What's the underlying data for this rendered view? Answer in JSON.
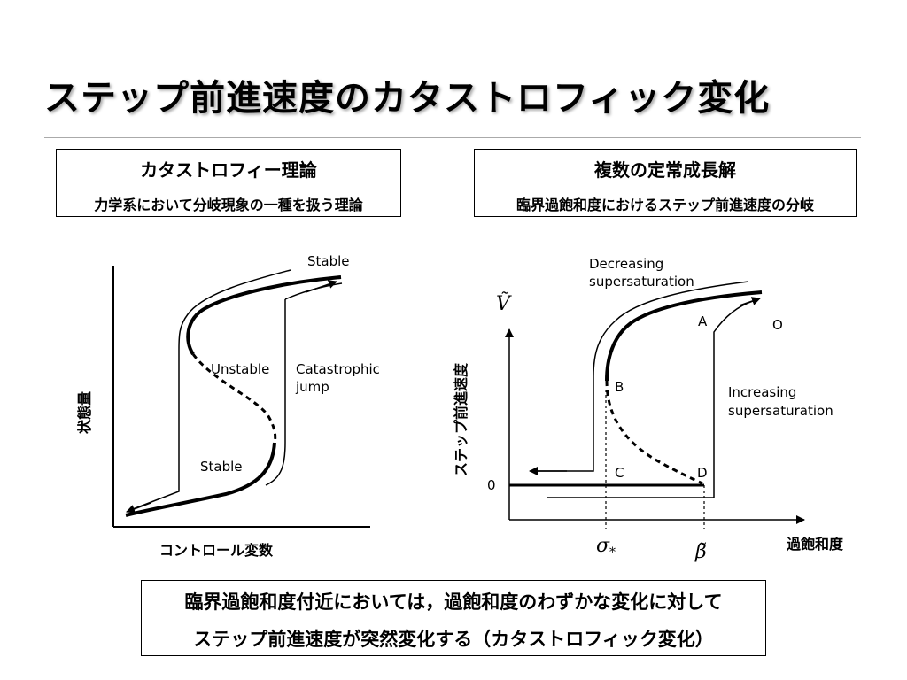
{
  "title": "ステップ前進速度のカタストロフィック変化",
  "left_box": {
    "heading": "カタストロフィー理論",
    "subtext": "力学系において分岐現象の一種を扱う理論"
  },
  "right_box": {
    "heading": "複数の定常成長解",
    "subtext": "臨界過飽和度におけるステップ前進速度の分岐"
  },
  "left_diagram": {
    "ylabel": "状態量",
    "xlabel": "コントロール変数",
    "labels": {
      "stable_top": "Stable",
      "unstable": "Unstable",
      "stable_bottom": "Stable",
      "catastrophic_1": "Catastrophic",
      "catastrophic_2": "jump"
    }
  },
  "right_diagram": {
    "ylabel": "ステップ前進速度",
    "xlabel": "過飽和度",
    "y_symbol": "Ṽ",
    "sigma_symbol": "σ",
    "sigma_subscript": "*",
    "beta_symbol": "β̃",
    "zero": "0",
    "decreasing_1": "Decreasing",
    "decreasing_2": "supersaturation",
    "increasing_1": "Increasing",
    "increasing_2": "supersaturation",
    "points": {
      "A": "A",
      "B": "B",
      "C": "C",
      "D": "D",
      "O": "O"
    }
  },
  "conclusion": {
    "line1": "臨界過飽和度付近においては，過飽和度のわずかな変化に対して",
    "line2": "ステップ前進速度が突然変化する（カタストロフィック変化）"
  }
}
